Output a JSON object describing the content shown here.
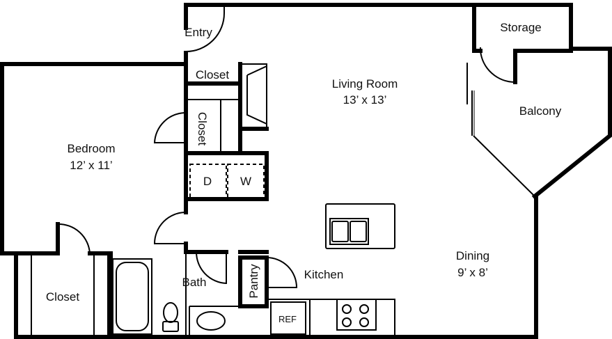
{
  "rooms": {
    "entry": "Entry",
    "storage": "Storage",
    "living_room": "Living Room",
    "living_room_size": "13’ x 13’",
    "balcony": "Balcony",
    "bedroom": "Bedroom",
    "bedroom_size": "12’ x 11’",
    "closet_top": "Closet",
    "closet_vertical": "Closet",
    "closet_bottom": "Closet",
    "dryer": "D",
    "washer": "W",
    "dining": "Dining",
    "dining_size": "9’ x 8’",
    "kitchen": "Kitchen",
    "pantry": "Pantry",
    "bath": "Bath",
    "refrigerator": "REF"
  }
}
